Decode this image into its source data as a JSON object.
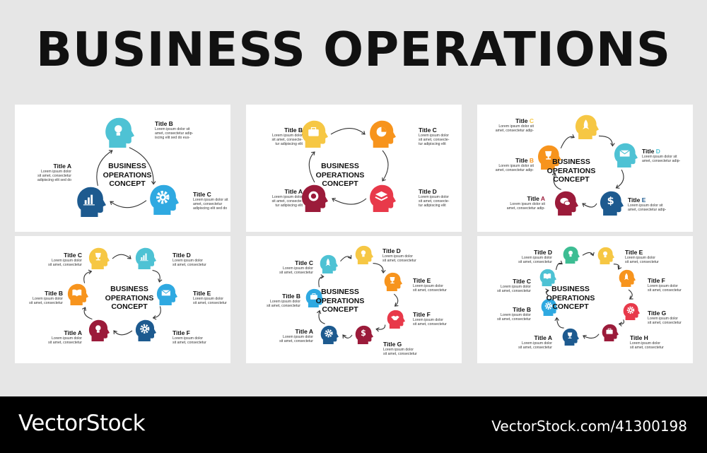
{
  "header": {
    "title": "BUSINESS OPERATIONS"
  },
  "concept": {
    "line1": "BUSINESS",
    "line2": "OPERATIONS",
    "line3": "CONCEPT"
  },
  "footer": {
    "brand": "VectorStock",
    "id": "VectorStock.com/41300198"
  },
  "palette": {
    "teal": "#4ec2d4",
    "blue": "#2fa9e1",
    "navy": "#1d5a8f",
    "yellow": "#f6c744",
    "orange": "#f7941d",
    "crimson": "#e8394a",
    "maroon": "#9b1b3a",
    "green": "#3dbd93"
  },
  "panels": [
    {
      "items": [
        {
          "title": "Title B",
          "desc": [
            "Lorem ipsum dolor sit",
            "amet, consectetur adip-",
            "iscing elit sed do eus-"
          ],
          "icon": "lightbulb-icon",
          "color": "#4ec2d4"
        },
        {
          "title": "Title C",
          "desc": [
            "Lorem ipsum dolor sit",
            "amet, consectetur",
            "adipiscing elit sed do"
          ],
          "icon": "gear-icon",
          "color": "#2fa9e1"
        },
        {
          "title": "Title A",
          "desc": [
            "Lorem ipsum dolor",
            "sit amet, consectetur",
            "adipiscing elit sed do"
          ],
          "icon": "chart-icon",
          "color": "#1d5a8f"
        }
      ]
    },
    {
      "items": [
        {
          "title": "Title B",
          "desc": [
            "Lorem ipsum dolor",
            "sit amet, consecte-",
            "tur adipiscing elit"
          ],
          "icon": "briefcase-icon",
          "color": "#f6c744"
        },
        {
          "title": "Title C",
          "desc": [
            "Lorem ipsum dolor",
            "sit amet, consecte-",
            "tur adipiscing elit"
          ],
          "icon": "pie-chart-icon",
          "color": "#f7941d"
        },
        {
          "title": "Title D",
          "desc": [
            "Lorem ipsum dolor",
            "sit amet, consecte-",
            "tur adipiscing elit"
          ],
          "icon": "layers-icon",
          "color": "#e8394a"
        },
        {
          "title": "Title A",
          "desc": [
            "Lorem ipsum dolor",
            "sit amet, consecte-",
            "tur adipiscing elit"
          ],
          "icon": "donut-icon",
          "color": "#9b1b3a"
        }
      ]
    },
    {
      "items": [
        {
          "title": "Title C",
          "desc": [
            "Lorem ipsum dolor sit",
            "amet, consectetur adip-"
          ],
          "icon": "rocket-icon",
          "color": "#f6c744"
        },
        {
          "title": "Title D",
          "desc": [
            "Lorem ipsum dolor sit",
            "amet, consectetur adip-"
          ],
          "icon": "mail-icon",
          "color": "#4ec2d4"
        },
        {
          "title": "Title E",
          "desc": [
            "Lorem ipsum dolor sit",
            "amet, consectetur adip-"
          ],
          "icon": "dollar-icon",
          "color": "#1d5a8f"
        },
        {
          "title": "Title A",
          "desc": [
            "Lorem ipsum dolor sit",
            "amet, consectetur adip-"
          ],
          "icon": "chat-icon",
          "color": "#9b1b3a"
        },
        {
          "title": "Title B",
          "desc": [
            "Lorem ipsum dolor sit",
            "amet, consectetur adip-"
          ],
          "icon": "trophy-icon",
          "color": "#f7941d"
        }
      ]
    },
    {
      "items": [
        {
          "title": "Title C",
          "desc": [
            "Lorem ipsum dolor",
            "sit amet, consectetur"
          ],
          "icon": "trophy-icon",
          "color": "#f6c744"
        },
        {
          "title": "Title D",
          "desc": [
            "Lorem ipsum dolor",
            "sit amet, consectetur"
          ],
          "icon": "chart-icon",
          "color": "#4ec2d4"
        },
        {
          "title": "Title E",
          "desc": [
            "Lorem ipsum dolor",
            "sit amet, consectetur"
          ],
          "icon": "mail-icon",
          "color": "#2fa9e1"
        },
        {
          "title": "Title F",
          "desc": [
            "Lorem ipsum dolor",
            "sit amet, consectetur"
          ],
          "icon": "gear-icon",
          "color": "#1d5a8f"
        },
        {
          "title": "Title A",
          "desc": [
            "Lorem ipsum dolor",
            "sit amet, consectetur"
          ],
          "icon": "lightbulb-icon",
          "color": "#9b1b3a"
        },
        {
          "title": "Title B",
          "desc": [
            "Lorem ipsum dolor",
            "sit amet, consectetur"
          ],
          "icon": "book-icon",
          "color": "#f7941d"
        }
      ]
    },
    {
      "items": [
        {
          "title": "Title D",
          "desc": [
            "Lorem ipsum dolor",
            "sit amet, consectetur"
          ],
          "icon": "lightbulb-icon",
          "color": "#f6c744"
        },
        {
          "title": "Title E",
          "desc": [
            "Lorem ipsum dolor",
            "sit amet, consectetur"
          ],
          "icon": "trophy-icon",
          "color": "#f7941d"
        },
        {
          "title": "Title F",
          "desc": [
            "Lorem ipsum dolor",
            "sit amet, consectetur"
          ],
          "icon": "handshake-icon",
          "color": "#e8394a"
        },
        {
          "title": "Title G",
          "desc": [
            "Lorem ipsum dolor",
            "sit amet, consectetur"
          ],
          "icon": "dollar-icon",
          "color": "#9b1b3a"
        },
        {
          "title": "Title A",
          "desc": [
            "Lorem ipsum dolor",
            "sit amet, consectetur"
          ],
          "icon": "gear-icon",
          "color": "#1d5a8f"
        },
        {
          "title": "Title B",
          "desc": [
            "Lorem ipsum dolor",
            "sit amet, consectetur"
          ],
          "icon": "briefcase-icon",
          "color": "#2fa9e1"
        },
        {
          "title": "Title C",
          "desc": [
            "Lorem ipsum dolor",
            "sit amet, consectetur"
          ],
          "icon": "rocket-icon",
          "color": "#4ec2d4"
        }
      ]
    },
    {
      "items": [
        {
          "title": "Title E",
          "desc": [
            "Lorem ipsum dolor",
            "sit amet, consectetur"
          ],
          "icon": "lightbulb-icon",
          "color": "#f6c744"
        },
        {
          "title": "Title F",
          "desc": [
            "Lorem ipsum dolor",
            "sit amet, consectetur"
          ],
          "icon": "rocket-icon",
          "color": "#f7941d"
        },
        {
          "title": "Title G",
          "desc": [
            "Lorem ipsum dolor",
            "sit amet, consectetur"
          ],
          "icon": "gear-icon",
          "color": "#e8394a"
        },
        {
          "title": "Title H",
          "desc": [
            "Lorem ipsum dolor",
            "sit amet, consectetur"
          ],
          "icon": "briefcase-icon",
          "color": "#9b1b3a"
        },
        {
          "title": "Title A",
          "desc": [
            "Lorem ipsum dolor",
            "sit amet, consectetur"
          ],
          "icon": "trophy-icon",
          "color": "#1d5a8f"
        },
        {
          "title": "Title B",
          "desc": [
            "Lorem ipsum dolor",
            "sit amet, consectetur"
          ],
          "icon": "gear-icon",
          "color": "#2fa9e1"
        },
        {
          "title": "Title C",
          "desc": [
            "Lorem ipsum dolor",
            "sit amet, consectetur"
          ],
          "icon": "book-icon",
          "color": "#4ec2d4"
        },
        {
          "title": "Title D",
          "desc": [
            "Lorem ipsum dolor",
            "sit amet, consectetur"
          ],
          "icon": "lightbulb-icon",
          "color": "#3dbd93"
        }
      ]
    }
  ]
}
